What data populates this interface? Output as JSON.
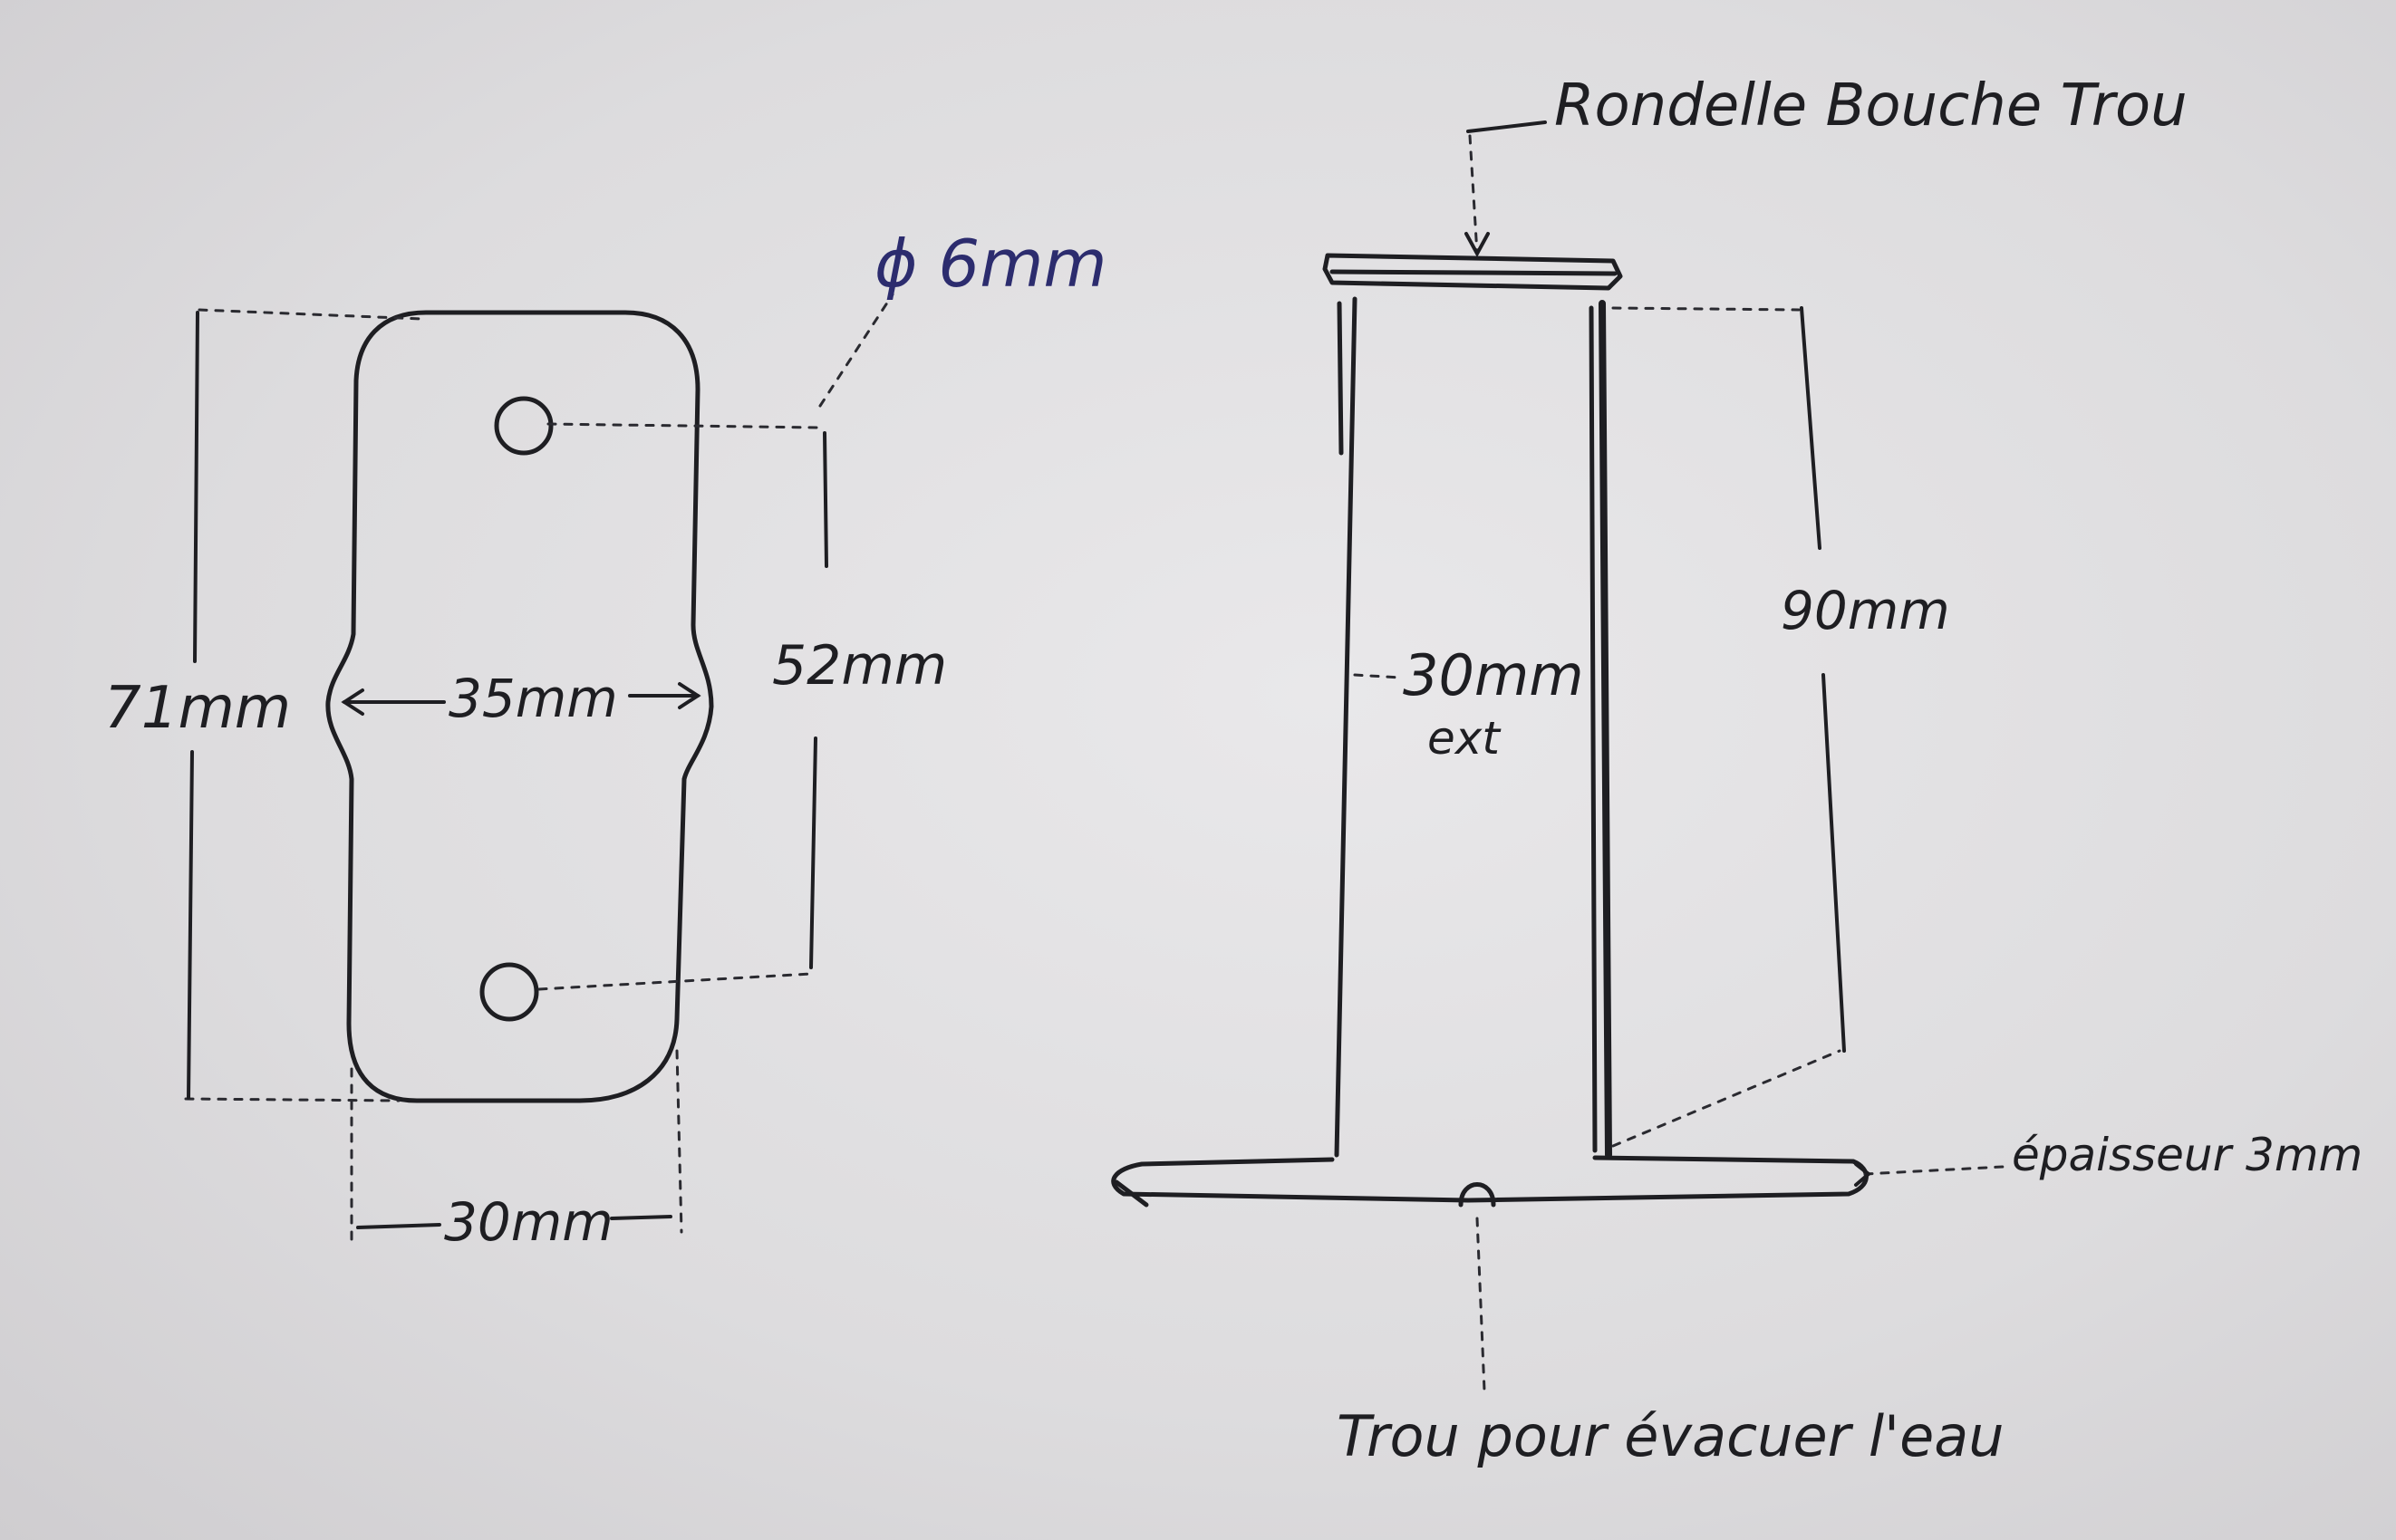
{
  "left_view": {
    "hole_diameter": "ϕ 6mm",
    "overall_height": "71mm",
    "hole_spacing": "52mm",
    "mid_width": "35mm",
    "base_width": "30mm"
  },
  "right_view": {
    "washer_label": "Rondelle Bouche Trou",
    "tube_height": "90mm",
    "tube_diameter_value": "30mm",
    "tube_diameter_note": "ext",
    "plate_thickness": "épaisseur 3mm",
    "drain_hole_label": "Trou pour évacuer l'eau"
  },
  "colors": {
    "paper": "#e4e3e5",
    "ink": "#1e1e22",
    "blue_ink": "#2c2c6e"
  }
}
